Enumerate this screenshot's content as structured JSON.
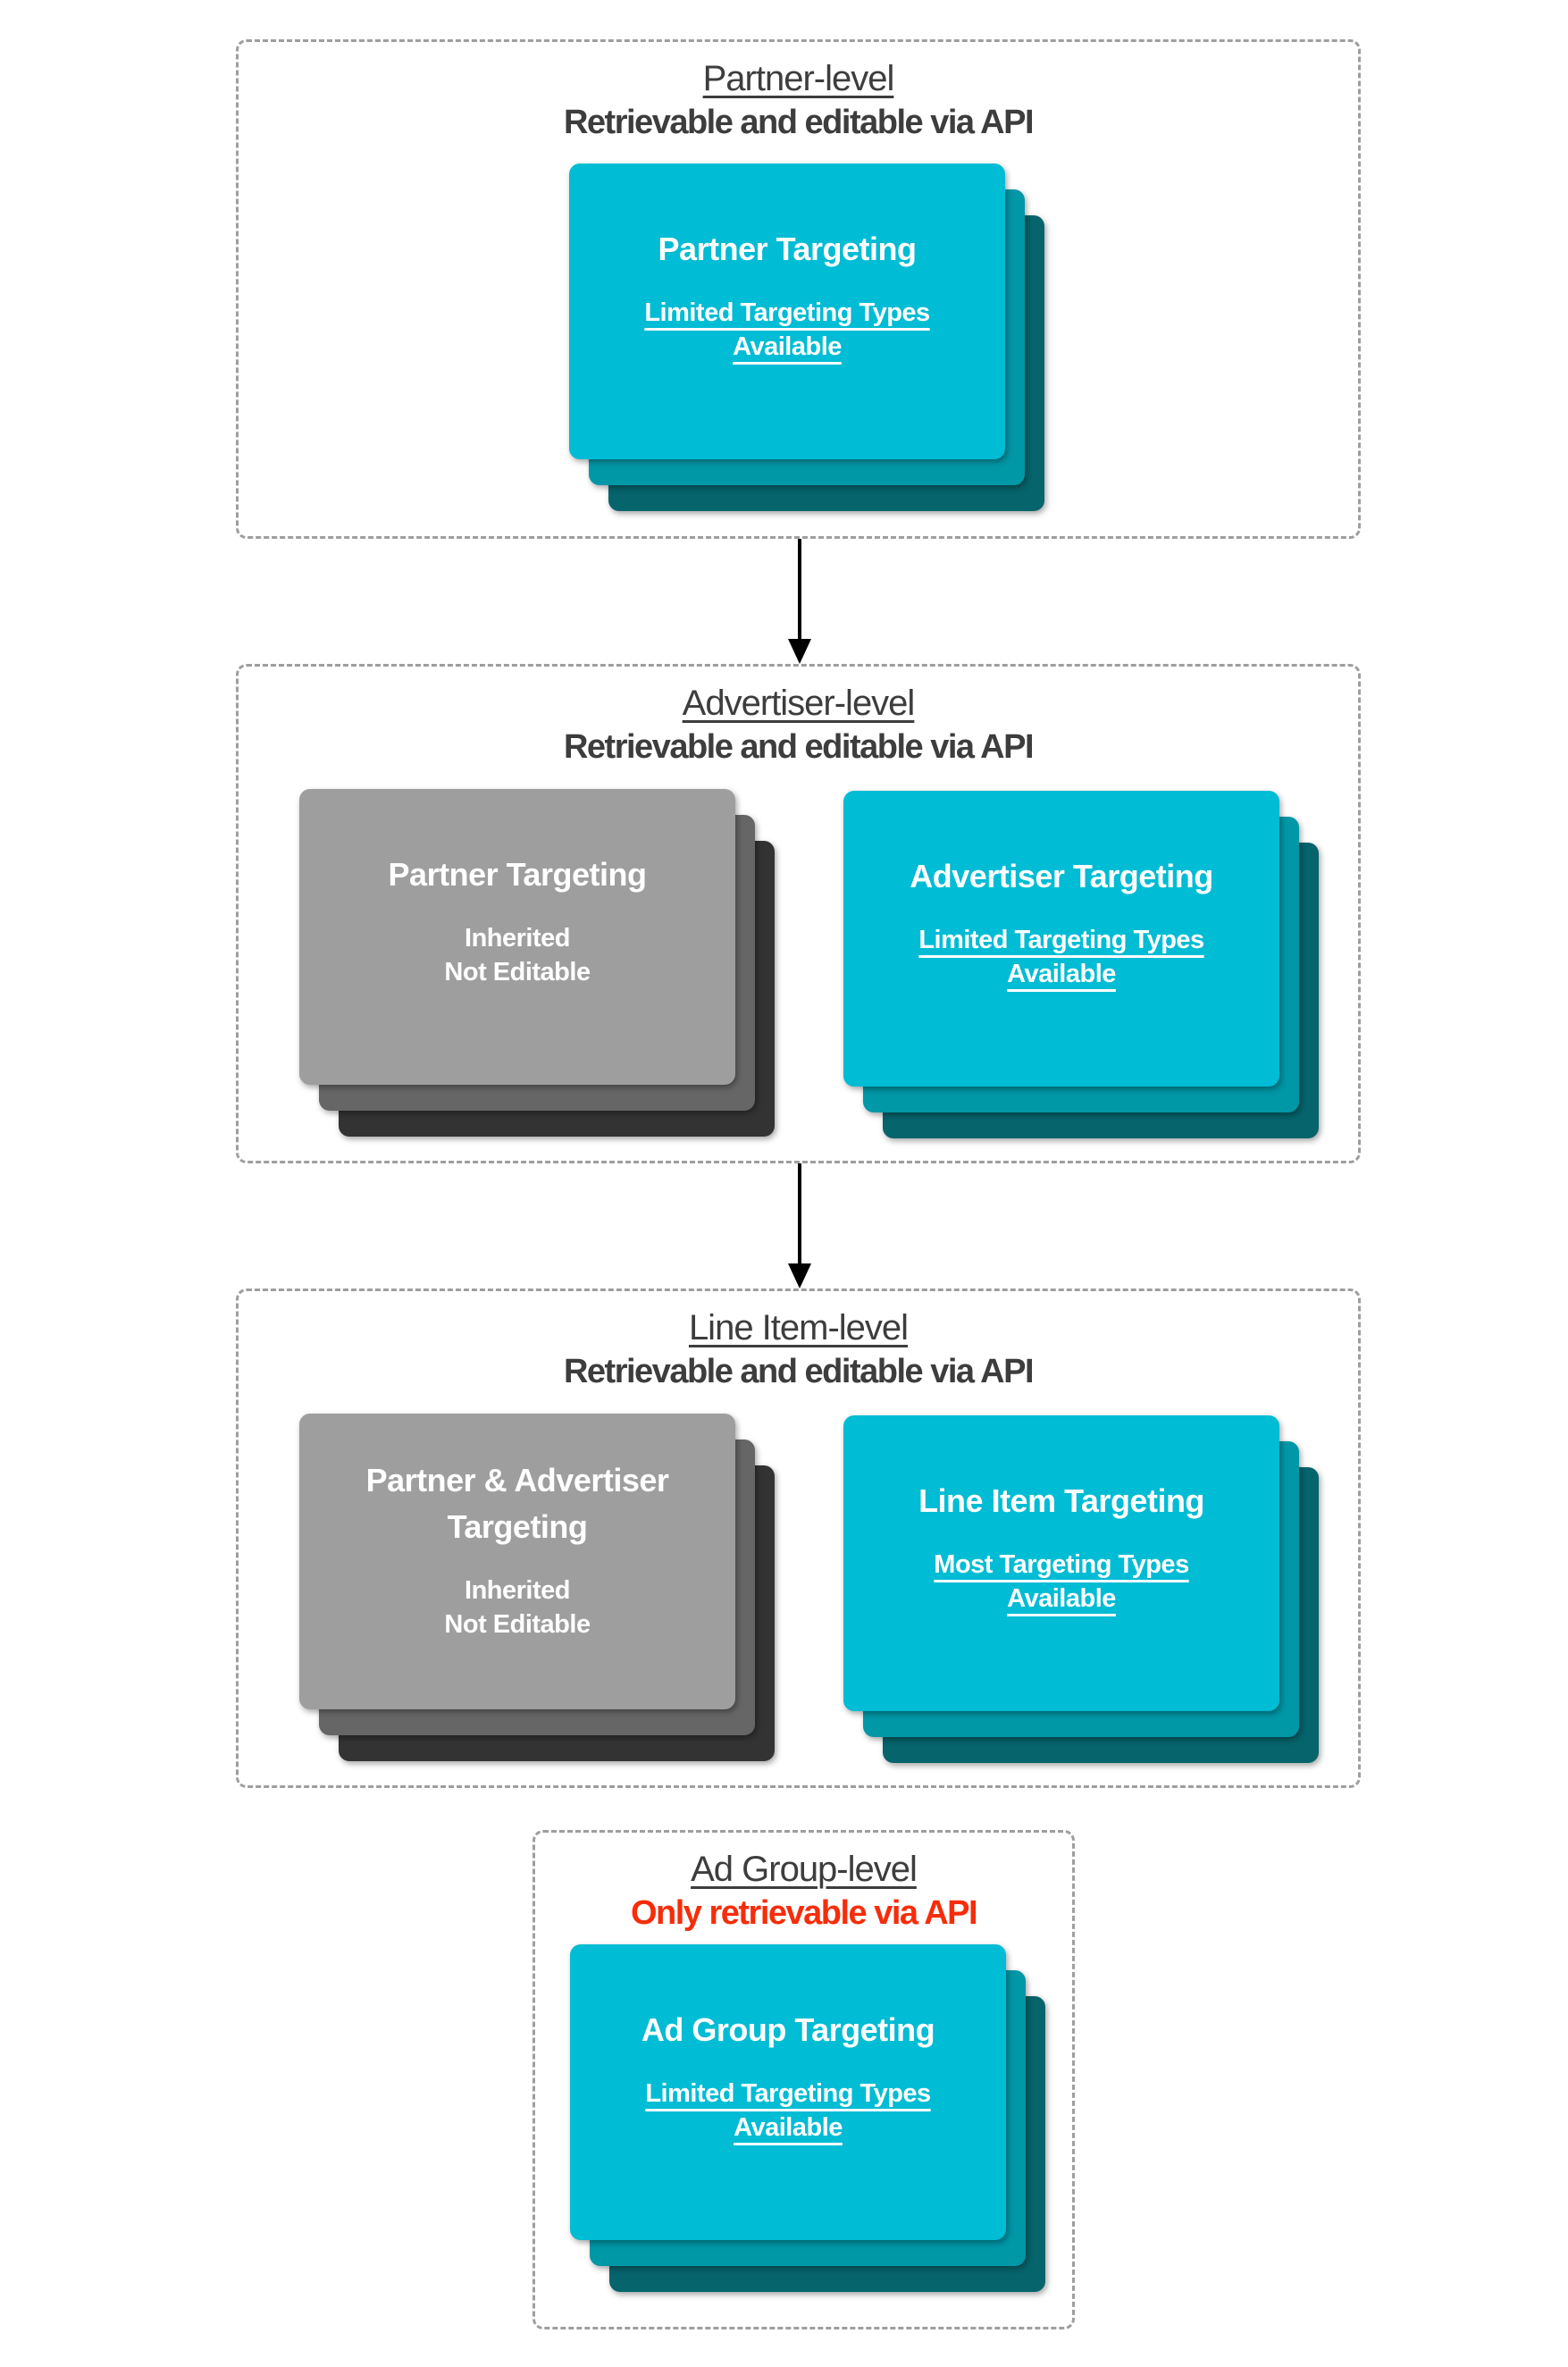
{
  "colors": {
    "cyan-front": "#00BCD4",
    "cyan-mid": "#0097A7",
    "cyan-back": "#06646C",
    "gray-front": "#9E9E9E",
    "gray-mid": "#666666",
    "gray-back": "#333333",
    "heading": "#3D3D3D",
    "alert-red": "#F62D0A",
    "card-text": "#FFFFFF",
    "border-dash": "#9E9E9E",
    "arrow": "#000000"
  },
  "connectors": [
    "down-arrow",
    "down-arrow"
  ],
  "sections": [
    {
      "level_title": "Partner-level",
      "level_subtitle": "Retrievable and editable via API",
      "stacks": [
        {
          "theme": "cyan",
          "title_lines": [
            "Partner Targeting"
          ],
          "body_lines": [
            "Limited Targeting Types",
            "Available"
          ],
          "body_underlined": true
        }
      ]
    },
    {
      "level_title": "Advertiser-level",
      "level_subtitle": "Retrievable and editable via API",
      "stacks": [
        {
          "theme": "gray",
          "title_lines": [
            "Partner Targeting"
          ],
          "body_lines": [
            "Inherited",
            "Not Editable"
          ],
          "body_underlined": false
        },
        {
          "theme": "cyan",
          "title_lines": [
            "Advertiser Targeting"
          ],
          "body_lines": [
            "Limited Targeting Types",
            "Available"
          ],
          "body_underlined": true
        }
      ]
    },
    {
      "level_title": "Line Item-level",
      "level_subtitle": "Retrievable and editable via API",
      "stacks": [
        {
          "theme": "gray",
          "title_lines": [
            "Partner & Advertiser",
            "Targeting"
          ],
          "body_lines": [
            "Inherited",
            "Not Editable"
          ],
          "body_underlined": false
        },
        {
          "theme": "cyan",
          "title_lines": [
            "Line Item Targeting"
          ],
          "body_lines": [
            "Most Targeting Types",
            "Available"
          ],
          "body_underlined": true
        }
      ]
    },
    {
      "level_title": "Ad Group-level",
      "level_subtitle": "Only retrievable via API",
      "stacks": [
        {
          "theme": "cyan",
          "title_lines": [
            "Ad Group Targeting"
          ],
          "body_lines": [
            "Limited Targeting Types",
            "Available"
          ],
          "body_underlined": true
        }
      ]
    }
  ]
}
